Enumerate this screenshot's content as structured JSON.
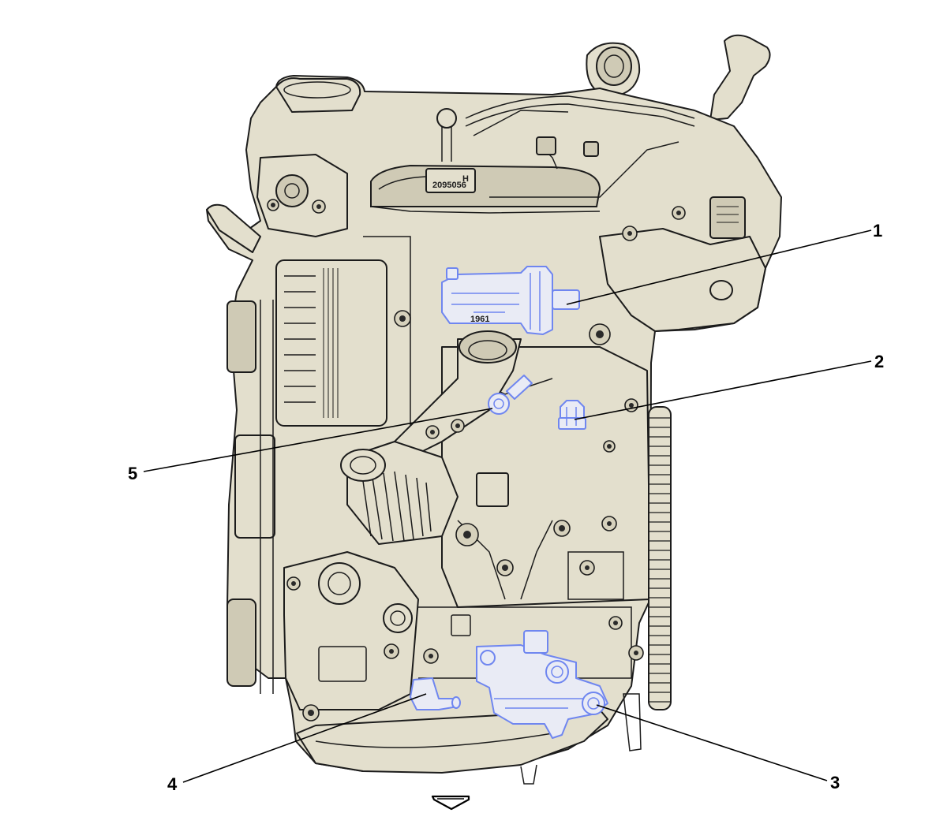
{
  "diagram": {
    "engine_plate_text": "H",
    "engine_plate_code": "2095056",
    "module_label": "1961"
  },
  "callouts": [
    {
      "number": "1",
      "part": "component-1"
    },
    {
      "number": "2",
      "part": "component-2"
    },
    {
      "number": "3",
      "part": "component-3"
    },
    {
      "number": "4",
      "part": "component-4"
    },
    {
      "number": "5",
      "part": "component-5"
    }
  ],
  "colors": {
    "engine_fill": "#e3dfcd",
    "outline": "#1c1c1c",
    "highlight": "#6f86f0",
    "background": "#ffffff"
  },
  "icons": {
    "direction_arrow": "down-arrow-icon"
  }
}
